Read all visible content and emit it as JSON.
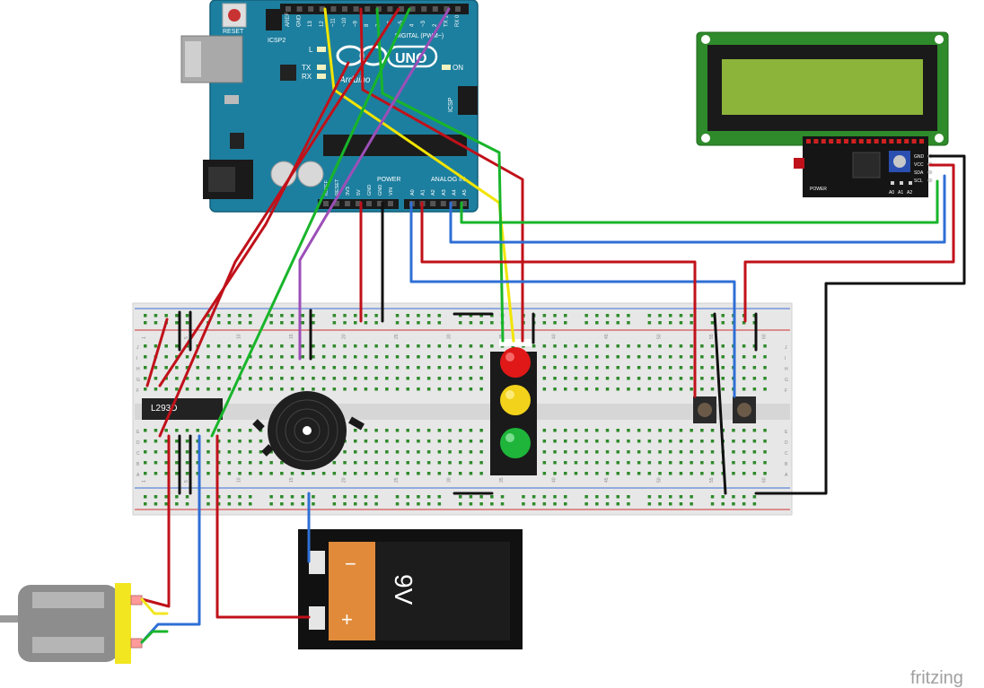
{
  "arduino": {
    "reset_label": "RESET",
    "icsp2_label": "ICSP2",
    "icsp_label": "ICSP",
    "l_label": "L",
    "tx_label": "TX",
    "rx_label": "RX",
    "on_label": "ON",
    "digital_label": "DIGITAL (PWM~)",
    "analog_label": "ANALOG IN",
    "power_label": "POWER",
    "brand_label": "Arduino",
    "uno_label": "UNO",
    "top_pins": [
      "AREF",
      "GND",
      "13",
      "12",
      "~11",
      "~10",
      "~9",
      "8",
      "7",
      "~6",
      "~5",
      "4",
      "~3",
      "2",
      "TX 1",
      "RX 0"
    ],
    "bottom_pins": [
      "IOREF",
      "RESET",
      "3V3",
      "5V",
      "GND",
      "GND",
      "VIN",
      "A0",
      "A1",
      "A2",
      "A3",
      "A4",
      "A5"
    ]
  },
  "lcd": {
    "module_pins": [
      "GND",
      "VCC",
      "SDA",
      "SCL"
    ],
    "power_label": "POWER",
    "addr_labels": [
      "A0",
      "A1",
      "A2"
    ]
  },
  "breadboard": {
    "column_numbers": [
      "1",
      "5",
      "10",
      "15",
      "20",
      "25",
      "30",
      "35",
      "40",
      "45",
      "50",
      "55",
      "60"
    ],
    "top_row_letters": [
      "J",
      "I",
      "H",
      "G",
      "F"
    ],
    "bottom_row_letters": [
      "E",
      "D",
      "C",
      "B",
      "A"
    ]
  },
  "motor_driver": {
    "label": "L293D"
  },
  "battery": {
    "minus_label": "−",
    "plus_label": "+",
    "voltage_label": "9V"
  },
  "watermark": "fritzing",
  "colors": {
    "arduino_board": "#1d7f9f",
    "lcd_board": "#2e8a2a",
    "lcd_screen": "#8cb43a",
    "battery_orange": "#e08a3a",
    "motor_yellow": "#f2e620",
    "wire_red": "#c0111a",
    "wire_black": "#111111",
    "wire_green": "#18b52a",
    "wire_yellow": "#f2e400",
    "wire_blue": "#2f6fd6",
    "wire_purple": "#9c4fb8"
  }
}
